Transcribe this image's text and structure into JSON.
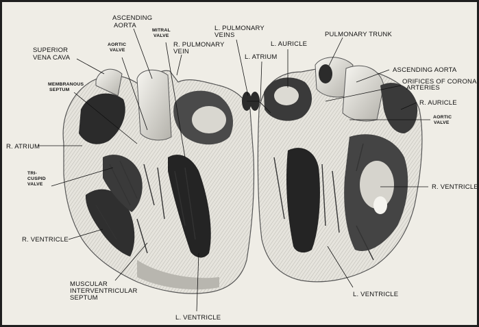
{
  "labels": {
    "ascending_aorta_top": [
      "ASCENDING",
      "AORTA"
    ],
    "superior_vena_cava": [
      "SUPERIOR",
      "VENA CAVA"
    ],
    "aortic_valve_left": [
      "AORTIC",
      "VALVE"
    ],
    "mitral_valve": [
      "MITRAL",
      "VALVE"
    ],
    "r_pulmonary_vein": [
      "R. PULMONARY",
      "VEIN"
    ],
    "l_pulmonary_veins": [
      "L. PULMONARY",
      "VEINS"
    ],
    "l_auricle": "L. AURICLE",
    "l_atrium": "L. ATRIUM",
    "pulmonary_trunk": "PULMONARY TRUNK",
    "ascending_aorta_right": "ASCENDING AORTA",
    "orifices_coronary": [
      "ORIFICES OF CORONARY",
      "ARTERIES"
    ],
    "membranous_septum": [
      "MEMBRANOUS",
      "SEPTUM"
    ],
    "r_auricle": "R. AURICLE",
    "aortic_valve_right": [
      "AORTIC",
      "VALVE"
    ],
    "r_atrium": "R. ATRIUM",
    "tricuspid_valve": [
      "TRI-",
      "CUSPID",
      "VALVE"
    ],
    "r_ventricle_right": "R. VENTRICLE",
    "r_ventricle_left": "R. VENTRICLE",
    "muscular_septum": [
      "MUSCULAR",
      "INTERVENTRICULAR",
      "SEPTUM"
    ],
    "l_ventricle_right": "L. VENTRICLE",
    "l_ventricle_bottom": "L. VENTRICLE"
  },
  "colors": {
    "background": "#efede6",
    "tissue_light": "#f6f5f0",
    "tissue_mid": "#cfcdc6",
    "tissue_dark": "#8e8c87",
    "cavity": "#262626",
    "ink": "#111111",
    "frame": "#1f1f1f"
  }
}
